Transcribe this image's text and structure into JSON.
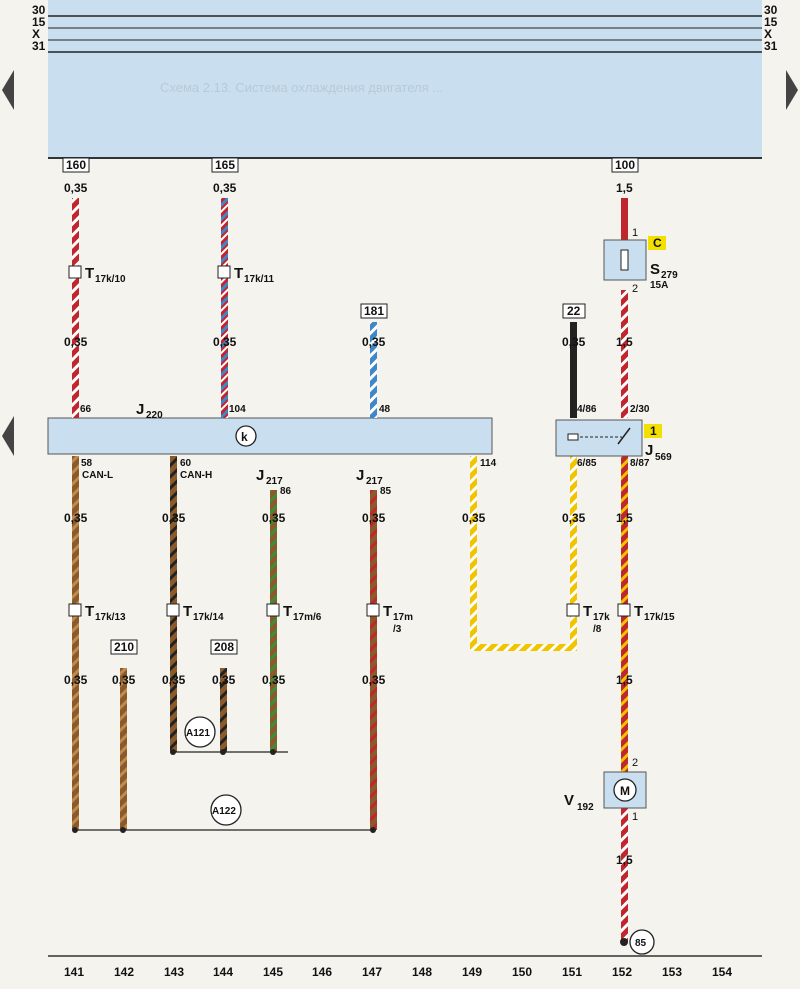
{
  "bus_labels": {
    "line1_left": "30",
    "line1_right": "30",
    "line2_left": "15",
    "line2_right": "15",
    "line3_left": "X",
    "line3_right": "X",
    "line4_left": "31",
    "line4_right": "31"
  },
  "header_text": "Схема 2.13. Система охлаждения двигателя ...",
  "wire_refs": {
    "w160": "160",
    "w165": "165",
    "w181": "181",
    "w22": "22",
    "w100": "100",
    "w210": "210",
    "w208": "208",
    "w85": "85"
  },
  "cross_sections": {
    "thin": "0,35",
    "thick": "1,5"
  },
  "connectors": {
    "t17k10": {
      "main": "T",
      "sub": "17k/10"
    },
    "t17k11": {
      "main": "T",
      "sub": "17k/11"
    },
    "t17k13": {
      "main": "T",
      "sub": "17k/13"
    },
    "t17k14": {
      "main": "T",
      "sub": "17k/14"
    },
    "t17m6": {
      "main": "T",
      "sub": "17m/6"
    },
    "t17m3": {
      "main": "T",
      "sub": "17m",
      "sub2": "/3"
    },
    "t17k8": {
      "main": "T",
      "sub": "17k",
      "sub2": "/8"
    },
    "t17k15": {
      "main": "T",
      "sub": "17k/15"
    }
  },
  "components": {
    "j220": {
      "main": "J",
      "sub": "220"
    },
    "j217a": {
      "main": "J",
      "sub": "217"
    },
    "j217b": {
      "main": "J",
      "sub": "217"
    },
    "j569": {
      "main": "J",
      "sub": "569"
    },
    "s279": {
      "main": "S",
      "sub": "279",
      "rating": "15A"
    },
    "v192": {
      "main": "V",
      "sub": "192"
    },
    "motor_symbol": "M"
  },
  "pins": {
    "p66": "66",
    "p104": "104",
    "p48": "48",
    "p58": "58",
    "p60": "60",
    "p86": "86",
    "p85": "85",
    "p114": "114",
    "p486": "4/86",
    "p230": "2/30",
    "p685": "6/85",
    "p887": "8/87",
    "fuse_in": "1",
    "fuse_out": "2",
    "motor_in": "2",
    "motor_out": "1"
  },
  "bus_names": {
    "can_l": "CAN-L",
    "can_h": "CAN-H"
  },
  "tags": {
    "fuse_box": "C",
    "relay_slot": "1"
  },
  "junctions": {
    "a121": "A121",
    "a122": "A122"
  },
  "ground": "85",
  "grid_numbers": [
    "141",
    "142",
    "143",
    "144",
    "145",
    "146",
    "147",
    "148",
    "149",
    "150",
    "151",
    "152",
    "153",
    "154"
  ],
  "colors": {
    "panel": "#c9dff0",
    "brown": "#8a5a2a",
    "red": "#c0262d",
    "yellow": "#f0c400",
    "blue": "#3f87c9",
    "black": "#222222",
    "green": "#3f8b3a",
    "white": "#ffffff",
    "tag_yellow": "#f3e000"
  }
}
